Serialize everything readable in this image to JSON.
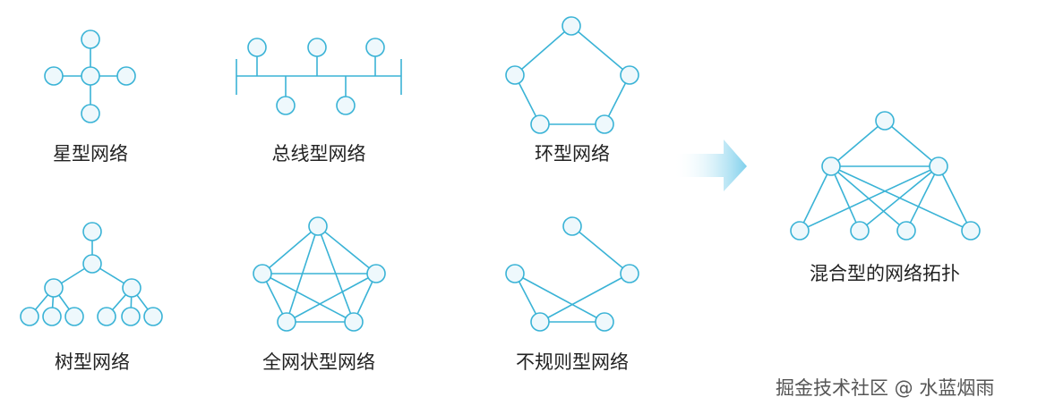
{
  "diagrams": {
    "star": {
      "label": "星型网络"
    },
    "bus": {
      "label": "总线型网络"
    },
    "ring": {
      "label": "环型网络"
    },
    "tree": {
      "label": "树型网络"
    },
    "mesh": {
      "label": "全网状型网络"
    },
    "irregular": {
      "label": "不规则型网络"
    },
    "hybrid": {
      "label": "混合型的网络拓扑"
    }
  },
  "watermark": "掘金技术社区 @ 水蓝烟雨",
  "colors": {
    "line": "#3ab3d6",
    "node_stroke": "#3ab3d6",
    "node_fill": "#eef8fc",
    "arrow_start": "#ffffff",
    "arrow_end": "#7fd0ec",
    "label": "#222222"
  }
}
